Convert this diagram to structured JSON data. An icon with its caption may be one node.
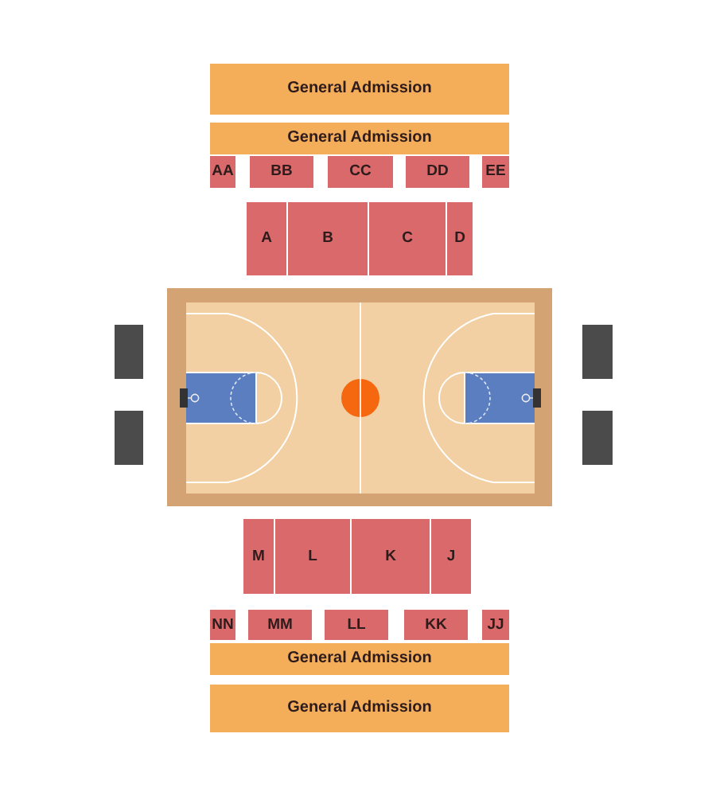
{
  "diagram": {
    "nodes": [
      {
        "text": [
          "General Admission"
        ]
      },
      {
        "text": [
          "General Admission"
        ]
      },
      {
        "text": [
          "AA"
        ]
      },
      {
        "text": [
          "BB"
        ]
      },
      {
        "text": [
          "CC"
        ]
      },
      {
        "text": [
          "DD"
        ]
      },
      {
        "text": [
          "EE"
        ]
      },
      {
        "text": [
          "A"
        ]
      },
      {
        "text": [
          "B"
        ]
      },
      {
        "text": [
          "C"
        ]
      },
      {
        "text": [
          "D"
        ]
      },
      {
        "text": [],
        "shape": "box"
      },
      {
        "text": [],
        "shape": "box"
      },
      {
        "text": [],
        "shape": "box"
      },
      {
        "text": [],
        "shape": "box"
      },
      {
        "text": [
          "M"
        ]
      },
      {
        "text": [
          "L"
        ]
      },
      {
        "text": [
          "K"
        ]
      },
      {
        "text": [
          "J"
        ]
      },
      {
        "text": [
          "NN"
        ]
      },
      {
        "text": [
          "MM"
        ]
      },
      {
        "text": [
          "LL"
        ]
      },
      {
        "text": [
          "KK"
        ]
      },
      {
        "text": [
          "JJ"
        ]
      },
      {
        "text": [
          "General Admission"
        ]
      },
      {
        "text": [
          "General Admission"
        ]
      }
    ]
  }
}
